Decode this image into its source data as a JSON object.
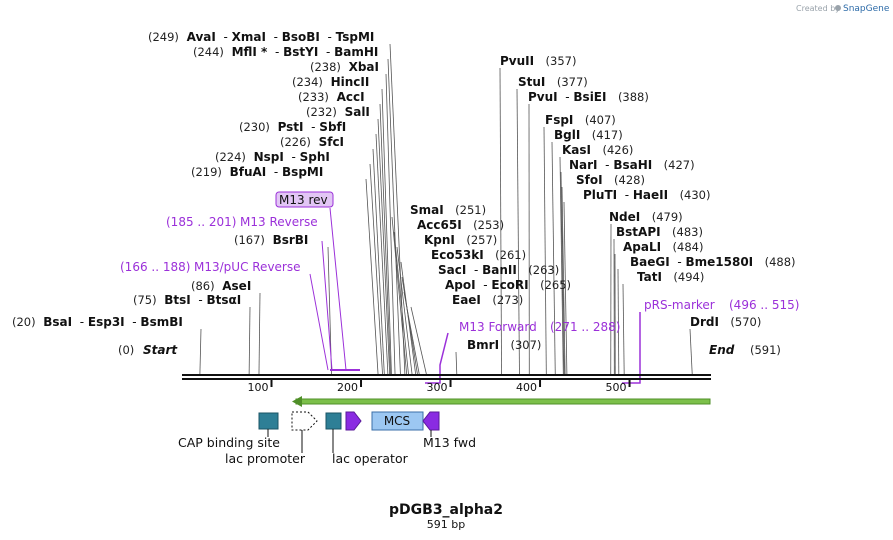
{
  "credit": {
    "text": "Created by",
    "brand": "SnapGene",
    "brand_color": "#2d6ba8"
  },
  "plasmid": {
    "name": "pDGB3_alpha2",
    "size_label": "591 bp",
    "length": 591
  },
  "ruler": {
    "ticks": [
      "100",
      "200",
      "300",
      "400",
      "500"
    ]
  },
  "ends": {
    "start": {
      "name": "Start",
      "pos": "(0)"
    },
    "end": {
      "name": "End",
      "pos": "(591)"
    }
  },
  "enzyme_rows": [
    {
      "pos": "(249)",
      "names": [
        "AvaI",
        "XmaI",
        "BsoBI",
        "TspMI"
      ],
      "cut": 249
    },
    {
      "pos": "(244)",
      "names": [
        "MflI *",
        "BstYI",
        "BamHI"
      ],
      "cut": 244
    },
    {
      "pos": "(238)",
      "names": [
        "XbaI"
      ],
      "cut": 238
    },
    {
      "pos": "(234)",
      "names": [
        "HincII"
      ],
      "cut": 234
    },
    {
      "pos": "(233)",
      "names": [
        "AccI"
      ],
      "cut": 233
    },
    {
      "pos": "(232)",
      "names": [
        "SalI"
      ],
      "cut": 232
    },
    {
      "pos": "(230)",
      "names": [
        "PstI",
        "SbfI"
      ],
      "cut": 230
    },
    {
      "pos": "(226)",
      "names": [
        "SfcI"
      ],
      "cut": 226
    },
    {
      "pos": "(224)",
      "names": [
        "NspI",
        "SphI"
      ],
      "cut": 224
    },
    {
      "pos": "(219)",
      "names": [
        "BfuAI",
        "BspMI"
      ],
      "cut": 219
    },
    {
      "pos": "(167)",
      "names": [
        "BsrBI"
      ],
      "cut": 167
    },
    {
      "pos": "(86)",
      "names": [
        "AseI"
      ],
      "cut": 86
    },
    {
      "pos": "(75)",
      "names": [
        "BtsI",
        "BtsαI"
      ],
      "cut": 75
    },
    {
      "pos": "(20)",
      "names": [
        "BsaI",
        "Esp3I",
        "BsmBI"
      ],
      "cut": 20
    },
    {
      "pos": "(357)",
      "names": [
        "PvuII"
      ],
      "cut": 357
    },
    {
      "pos": "(377)",
      "names": [
        "StuI"
      ],
      "cut": 377
    },
    {
      "pos": "(388)",
      "names": [
        "PvuI",
        "BsiEI"
      ],
      "cut": 388
    },
    {
      "pos": "(407)",
      "names": [
        "FspI"
      ],
      "cut": 407
    },
    {
      "pos": "(417)",
      "names": [
        "BglI"
      ],
      "cut": 417
    },
    {
      "pos": "(426)",
      "names": [
        "KasI"
      ],
      "cut": 426
    },
    {
      "pos": "(427)",
      "names": [
        "NarI",
        "BsaHI"
      ],
      "cut": 427
    },
    {
      "pos": "(428)",
      "names": [
        "SfoI"
      ],
      "cut": 428
    },
    {
      "pos": "(430)",
      "names": [
        "PluTI",
        "HaeII"
      ],
      "cut": 430
    },
    {
      "pos": "(251)",
      "names": [
        "SmaI"
      ],
      "cut": 251
    },
    {
      "pos": "(253)",
      "names": [
        "Acc65I"
      ],
      "cut": 253
    },
    {
      "pos": "(257)",
      "names": [
        "KpnI"
      ],
      "cut": 257
    },
    {
      "pos": "(261)",
      "names": [
        "Eco53kI"
      ],
      "cut": 261
    },
    {
      "pos": "(263)",
      "names": [
        "SacI",
        "BanII"
      ],
      "cut": 263
    },
    {
      "pos": "(265)",
      "names": [
        "ApoI",
        "EcoRI"
      ],
      "cut": 265
    },
    {
      "pos": "(273)",
      "names": [
        "EaeI"
      ],
      "cut": 273
    },
    {
      "pos": "(307)",
      "names": [
        "BmrI"
      ],
      "cut": 307
    },
    {
      "pos": "(479)",
      "names": [
        "NdeI"
      ],
      "cut": 479
    },
    {
      "pos": "(483)",
      "names": [
        "BstAPI"
      ],
      "cut": 483
    },
    {
      "pos": "(484)",
      "names": [
        "ApaLI"
      ],
      "cut": 484
    },
    {
      "pos": "(488)",
      "names": [
        "BaeGI",
        "Bme1580I"
      ],
      "cut": 488
    },
    {
      "pos": "(494)",
      "names": [
        "TatI"
      ],
      "cut": 494
    },
    {
      "pos": "(570)",
      "names": [
        "DrdI"
      ],
      "cut": 570
    }
  ],
  "primers": [
    {
      "name": "M13 rev",
      "boxed": true,
      "range": ""
    },
    {
      "name": "M13 Reverse",
      "range": "(185 .. 201)"
    },
    {
      "name": "M13/pUC Reverse",
      "range": "(166 .. 188)"
    },
    {
      "name": "M13 Forward",
      "range": "(271 .. 288)"
    },
    {
      "name": "pRS-marker",
      "range": "(496 .. 515)"
    }
  ],
  "features": [
    {
      "name": "CAP binding site",
      "color": "#2e7f96"
    },
    {
      "name": "lac promoter",
      "color": "#ffffff"
    },
    {
      "name": "lac operator",
      "color": "#2e7f96"
    },
    {
      "name": "MCS",
      "color": "#9cc7f2"
    },
    {
      "name": "M13 fwd",
      "color": "#8a2be2"
    }
  ],
  "colors": {
    "primer": "#9b30d9",
    "backbone": "#111111",
    "orf": "#7cc04a"
  }
}
